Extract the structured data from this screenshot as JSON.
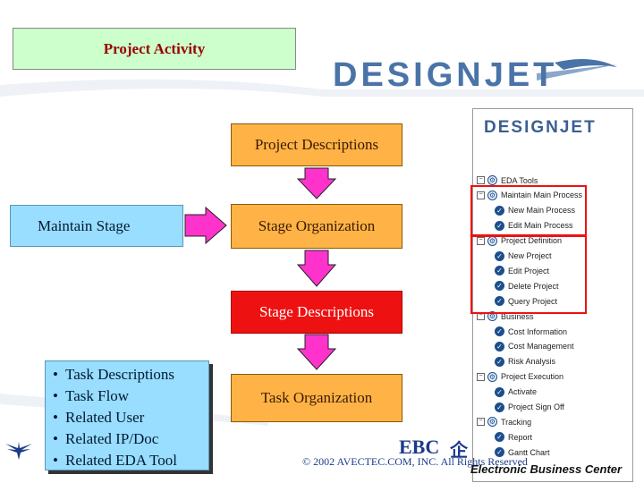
{
  "title": "Project Activity",
  "logo": "DESIGNJET",
  "flow": {
    "project_descriptions": "Project Descriptions",
    "maintain_stage": "Maintain Stage",
    "stage_organization": "Stage Organization",
    "stage_descriptions": "Stage Descriptions",
    "task_organization": "Task Organization"
  },
  "task_items": [
    "Task Descriptions",
    "Task Flow",
    "Related User",
    "Related IP/Doc",
    "Related EDA Tool"
  ],
  "tree": {
    "logo": "DESIGNJET",
    "nodes": [
      {
        "label": "EDA Tools",
        "kind": "grp"
      },
      {
        "label": "Maintain Main Process",
        "kind": "grp"
      },
      {
        "label": "New Main Process",
        "kind": "chk"
      },
      {
        "label": "Edit Main Process",
        "kind": "chk"
      },
      {
        "label": "Project Definition",
        "kind": "grp"
      },
      {
        "label": "New Project",
        "kind": "chk"
      },
      {
        "label": "Edit Project",
        "kind": "chk"
      },
      {
        "label": "Delete Project",
        "kind": "chk"
      },
      {
        "label": "Query Project",
        "kind": "chk"
      },
      {
        "label": "Business",
        "kind": "grp"
      },
      {
        "label": "Cost Information",
        "kind": "chk"
      },
      {
        "label": "Cost Management",
        "kind": "chk"
      },
      {
        "label": "Risk Analysis",
        "kind": "chk"
      },
      {
        "label": "Project Execution",
        "kind": "grp"
      },
      {
        "label": "Activate",
        "kind": "chk"
      },
      {
        "label": "Project Sign Off",
        "kind": "chk"
      },
      {
        "label": "Tracking",
        "kind": "grp"
      },
      {
        "label": "Report",
        "kind": "chk"
      },
      {
        "label": "Gantt Chart",
        "kind": "chk"
      }
    ]
  },
  "footer": {
    "ebc": "EBC",
    "ebc_cjk": "企",
    "ebc_name": "Electronic Business Center",
    "copyright": "© 2002 AVECTEC.COM, INC.  All Rights Reserved"
  },
  "colors": {
    "title_bg": "#ccffcc",
    "orange_box": "#ffb347",
    "red_box": "#ee1111",
    "blue_box": "#99ddff",
    "arrow": "#ff33cc"
  }
}
